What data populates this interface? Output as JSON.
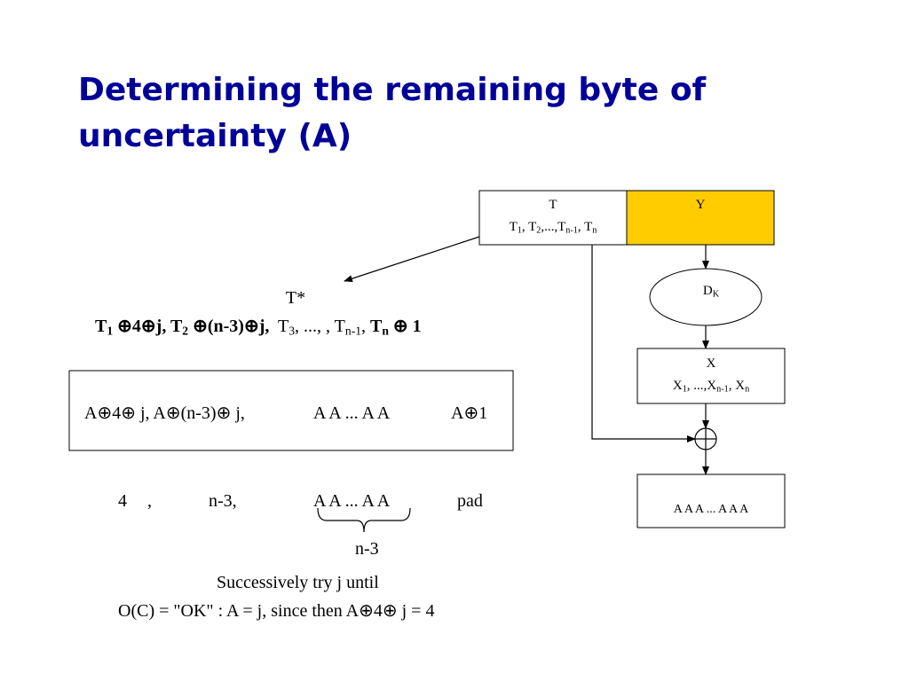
{
  "slide": {
    "title": "Determining the remaining byte of uncertainty (A)"
  },
  "colors": {
    "title": "#000099",
    "y_box_fill": "#FFCC00",
    "lines": "#000000"
  },
  "diagram": {
    "box_t": {
      "label": "T",
      "items": [
        {
          "t": "T"
        },
        {
          "t": "1",
          "sub": true
        },
        {
          "t": ", T"
        },
        {
          "t": "2",
          "sub": true
        },
        {
          "t": ",...,T"
        },
        {
          "t": "n-1",
          "sub": true
        },
        {
          "t": ", T"
        },
        {
          "t": "n",
          "sub": true
        }
      ]
    },
    "box_y": {
      "label": "Y"
    },
    "decrypt": {
      "label": [
        {
          "t": "D"
        },
        {
          "t": "K",
          "sub": true
        }
      ]
    },
    "box_x": {
      "label": "X",
      "items": [
        {
          "t": "X"
        },
        {
          "t": "1",
          "sub": true
        },
        {
          "t": ", ...,X"
        },
        {
          "t": "n-1",
          "sub": true
        },
        {
          "t": ", X"
        },
        {
          "t": "n",
          "sub": true
        }
      ]
    },
    "box_result": {
      "label": "A A A ... A A A"
    }
  },
  "t_star": {
    "label": "T*",
    "line": [
      {
        "t": "T",
        "b": true
      },
      {
        "t": "1",
        "sub": true,
        "b": true
      },
      {
        "t": " ⊕4⊕j, T",
        "b": true
      },
      {
        "t": "2",
        "sub": true,
        "b": true
      },
      {
        "t": " ⊕(n-3)⊕j,",
        "b": true
      },
      {
        "t": "  T"
      },
      {
        "t": "3",
        "sub": true
      },
      {
        "t": ", ..., , T"
      },
      {
        "t": "n-1",
        "sub": true
      },
      {
        "t": ", "
      },
      {
        "t": "T",
        "b": true
      },
      {
        "t": "n",
        "sub": true,
        "b": true
      },
      {
        "t": " ⊕ 1",
        "b": true
      }
    ]
  },
  "padding_box": {
    "parts": [
      "A⊕4⊕ j, A⊕(n-3)⊕ j,",
      "A A ... A A",
      "A⊕1"
    ]
  },
  "length_row": {
    "parts": [
      "4",
      ",",
      "n-3,",
      "A A ... A A",
      "pad"
    ],
    "brace_label": "n-3"
  },
  "notes": {
    "line1": "Successively try j until",
    "line2": "O(C) = \"OK\" : A = j, since then A⊕4⊕ j = 4"
  }
}
